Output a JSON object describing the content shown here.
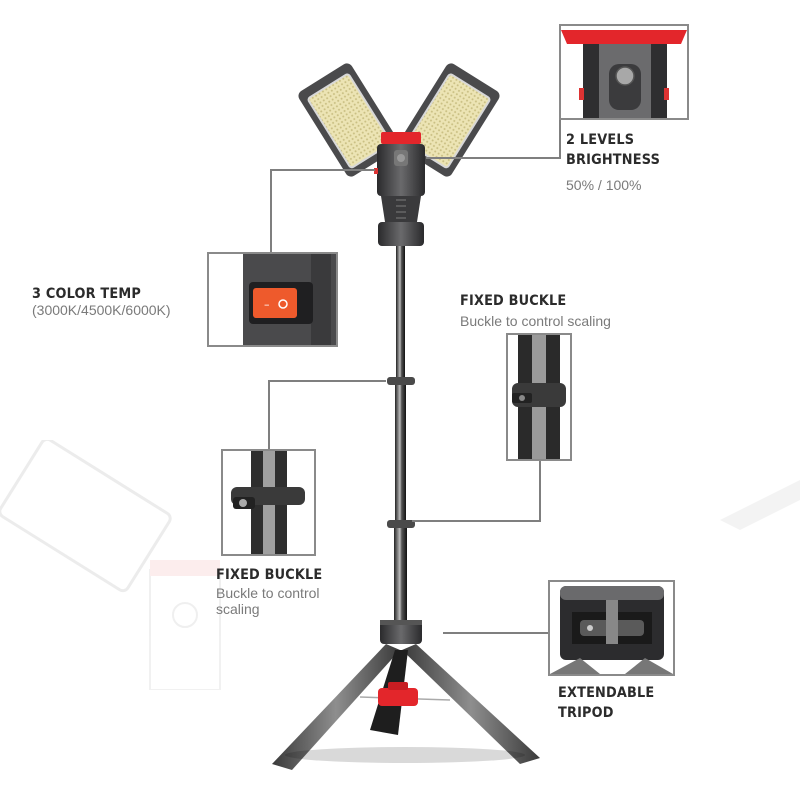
{
  "colors": {
    "accent_red": "#e3262b",
    "switch_orange": "#ee5a2c",
    "body_dark": "#3c3c3e",
    "led_panel": "#e8e2b6",
    "title_text": "#2b2b2b",
    "sub_text": "#7a7a7a",
    "callout_line": "#7f7f7f"
  },
  "callouts": {
    "brightness": {
      "title_line1": "2 LEVELS",
      "title_line2": "BRIGHTNESS",
      "detail": "50% / 100%",
      "icon": "power-button-icon"
    },
    "color_temp": {
      "title": "3 COLOR TEMP",
      "detail": "(3000K/4500K/6000K)",
      "icon": "rocker-switch-icon"
    },
    "buckle_upper": {
      "title": "FIXED BUCKLE",
      "detail": "Buckle to control scaling",
      "icon": "pole-clamp-icon"
    },
    "buckle_lower": {
      "title": "FIXED BUCKLE",
      "detail_line1": "Buckle to control",
      "detail_line2": "scaling",
      "icon": "pole-clamp-icon"
    },
    "tripod": {
      "title_line1": "EXTENDABLE",
      "title_line2": "TRIPOD",
      "icon": "tripod-collar-icon"
    }
  },
  "switch_labels": {
    "minus": "–",
    "circle": "o"
  }
}
